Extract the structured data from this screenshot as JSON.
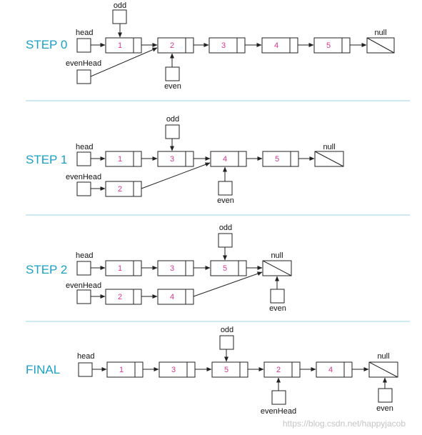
{
  "colors": {
    "step_label": "#1ba0c4",
    "node_value": "#d6368e",
    "divider": "#9fd3e6",
    "line": "#222222"
  },
  "steps": [
    {
      "label": "STEP 0",
      "pointers": {
        "odd": "odd",
        "even": "even",
        "head": "head",
        "evenHead": "evenHead"
      },
      "null_label": "null",
      "nodes": [
        "1",
        "2",
        "3",
        "4",
        "5"
      ]
    },
    {
      "label": "STEP 1",
      "pointers": {
        "odd": "odd",
        "even": "even",
        "head": "head",
        "evenHead": "evenHead"
      },
      "null_label": "null",
      "odd_list": [
        "1",
        "3",
        "4",
        "5"
      ],
      "even_list": [
        "2"
      ]
    },
    {
      "label": "STEP 2",
      "pointers": {
        "odd": "odd",
        "even": "even",
        "head": "head",
        "evenHead": "evenHead"
      },
      "null_label": "null",
      "odd_list": [
        "1",
        "3",
        "5"
      ],
      "even_list": [
        "2",
        "4"
      ]
    },
    {
      "label": "FINAL",
      "pointers": {
        "odd": "odd",
        "even": "even",
        "head": "head",
        "evenHead": "evenHead"
      },
      "null_label": "null",
      "nodes": [
        "1",
        "3",
        "5",
        "2",
        "4"
      ]
    }
  ],
  "watermark": "https://blog.csdn.net/happyjacob"
}
